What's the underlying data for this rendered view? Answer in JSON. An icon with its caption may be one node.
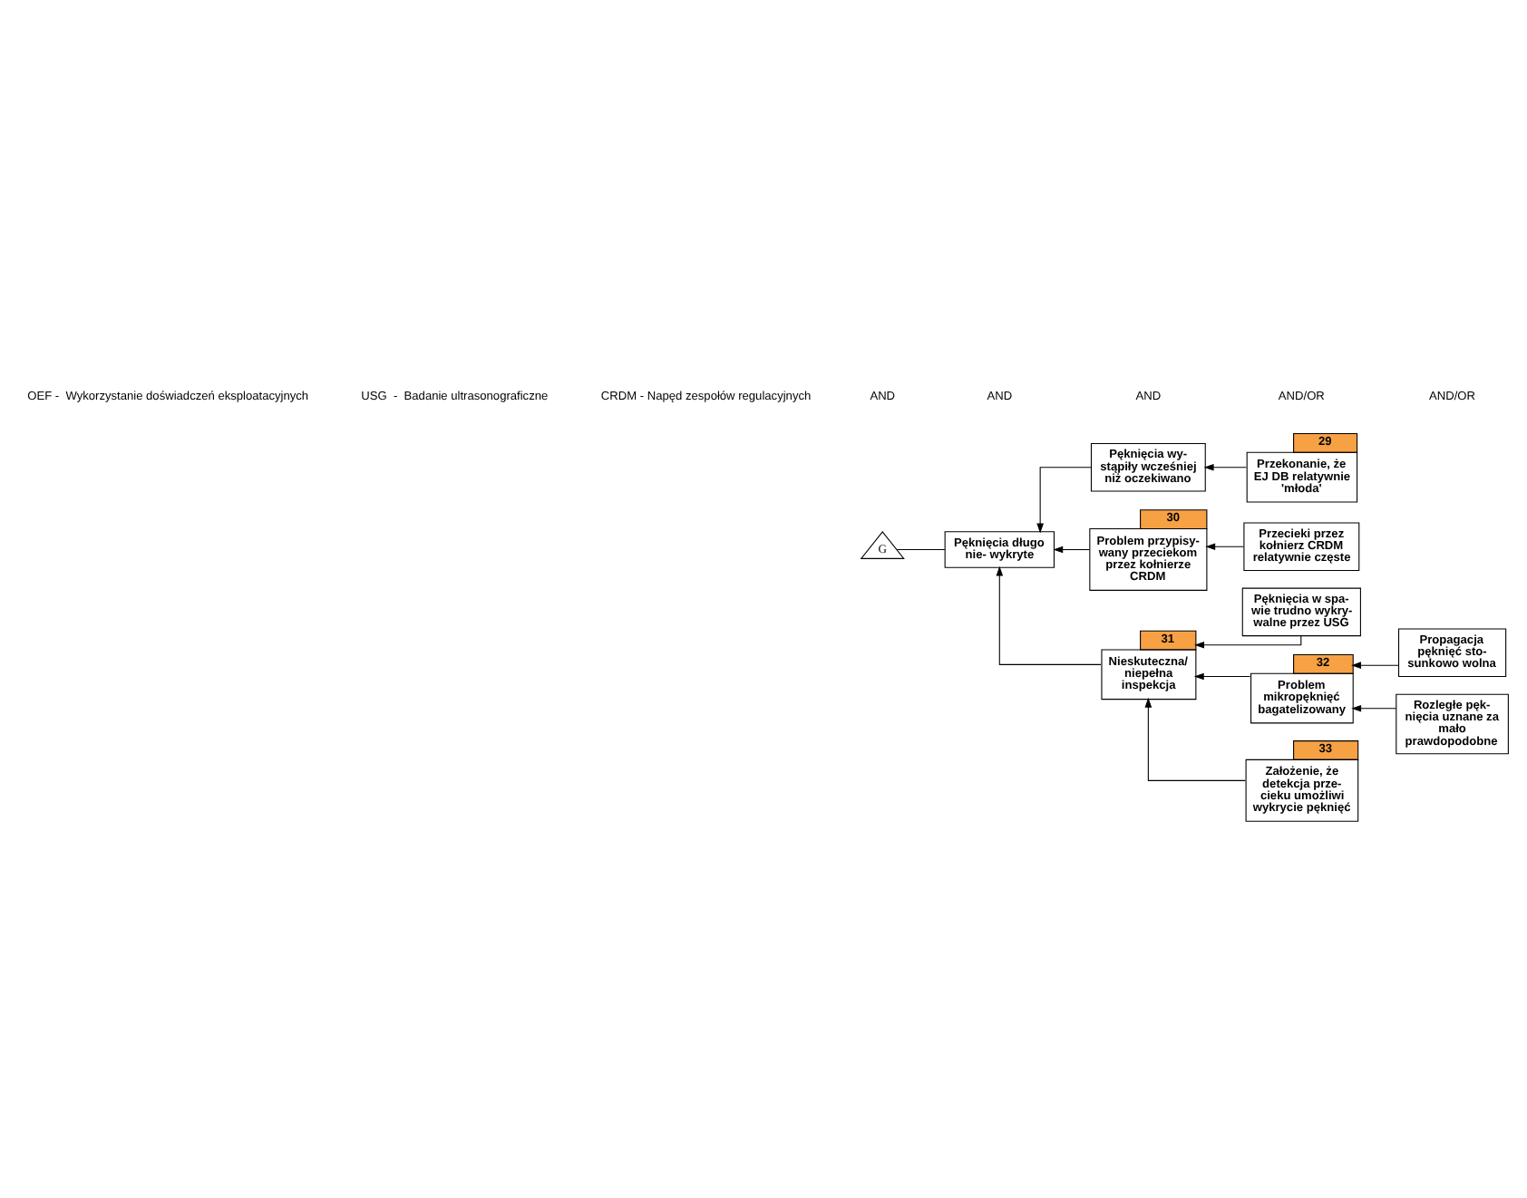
{
  "diagram": {
    "nodes": [
      {
        "text": [
          "G"
        ]
      },
      {
        "text": [
          "Pęknięcia długo nie- wykryte"
        ]
      },
      {
        "text": [
          "Pęknięcia wy- stąpiły wcześniej niż oczekiwano"
        ]
      },
      {
        "text": [
          "Przekonanie, że EJ DB relatywnie 'młoda'"
        ],
        "beside": [
          "29"
        ]
      },
      {
        "text": [
          "Problem przypisy- wany przeciekom przez kołnierze CRDM"
        ],
        "beside": [
          "30"
        ]
      },
      {
        "text": [
          "Przecieki przez kołnierz CRDM relatywnie częste"
        ]
      },
      {
        "text": [
          "Nieskuteczna/ niepełna inspekcja"
        ],
        "beside": [
          "31"
        ]
      },
      {
        "text": [
          "Pęknięcia w spa- wie trudno wykry- walne przez USG"
        ]
      },
      {
        "text": [
          "Problem mikropęknięć bagatelizowany"
        ],
        "beside": [
          "32"
        ]
      },
      {
        "text": [
          "Założenie, że detekcja prze- cieku umożliwi wykrycie pęknięć"
        ],
        "beside": [
          "33"
        ]
      },
      {
        "text": [
          "Propagacja pęknięć sto- sunkowo wolna"
        ]
      },
      {
        "text": [
          "Rozległe pęk- nięcia uznane za mało prawdopodobne"
        ]
      }
    ],
    "edges": [
      {
        "from": 1,
        "to": 0,
        "arrow": "none"
      },
      {
        "from": 2,
        "to": 1,
        "arrow": "to"
      },
      {
        "from": 4,
        "to": 1,
        "arrow": "to"
      },
      {
        "from": 6,
        "to": 1,
        "arrow": "to"
      },
      {
        "from": 3,
        "to": 2,
        "arrow": "to"
      },
      {
        "from": 5,
        "to": 4,
        "arrow": "to"
      },
      {
        "from": 7,
        "to": 6,
        "arrow": "to"
      },
      {
        "from": 8,
        "to": 6,
        "arrow": "to"
      },
      {
        "from": 9,
        "to": 6,
        "arrow": "to"
      },
      {
        "from": 10,
        "to": 8,
        "arrow": "to"
      },
      {
        "from": 11,
        "to": 8,
        "arrow": "to"
      }
    ],
    "labels": [
      "AND/OR",
      "AND/OR",
      "AND",
      "AND",
      "AND",
      "CRDM - Napęd zespołów regulacyjnych",
      "USG  -  Badanie ultrasonograficzne",
      "OEF -  Wykorzystanie doświadczeń eksploatacyjnych"
    ]
  }
}
